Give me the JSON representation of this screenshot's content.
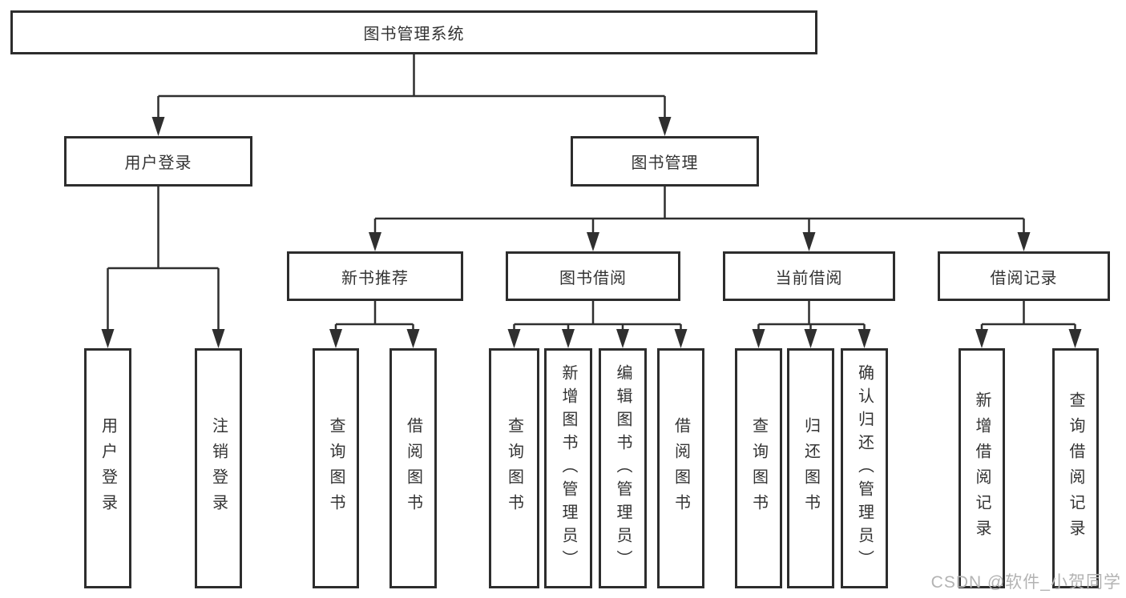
{
  "colors": {
    "line": "#2f2f2f",
    "box_border": "#2d2d2d",
    "background": "#ffffff",
    "watermark_gray": "#b3b3b3"
  },
  "watermark": "CSDN @软件_小贺同学",
  "tree": {
    "root": {
      "label": "图书管理系统",
      "children": [
        {
          "label": "用户登录",
          "children": [
            {
              "label": "用户登录"
            },
            {
              "label": "注销登录"
            }
          ]
        },
        {
          "label": "图书管理",
          "children": [
            {
              "label": "新书推荐",
              "children": [
                {
                  "label": "查询图书"
                },
                {
                  "label": "借阅图书"
                }
              ]
            },
            {
              "label": "图书借阅",
              "children": [
                {
                  "label": "查询图书"
                },
                {
                  "label": "新增图书（管理员）"
                },
                {
                  "label": "编辑图书（管理员）"
                },
                {
                  "label": "借阅图书"
                }
              ]
            },
            {
              "label": "当前借阅",
              "children": [
                {
                  "label": "查询图书"
                },
                {
                  "label": "归还图书"
                },
                {
                  "label": "确认归还（管理员）"
                }
              ]
            },
            {
              "label": "借阅记录",
              "children": [
                {
                  "label": "新增借阅记录"
                },
                {
                  "label": "查询借阅记录"
                }
              ]
            }
          ]
        }
      ]
    }
  }
}
